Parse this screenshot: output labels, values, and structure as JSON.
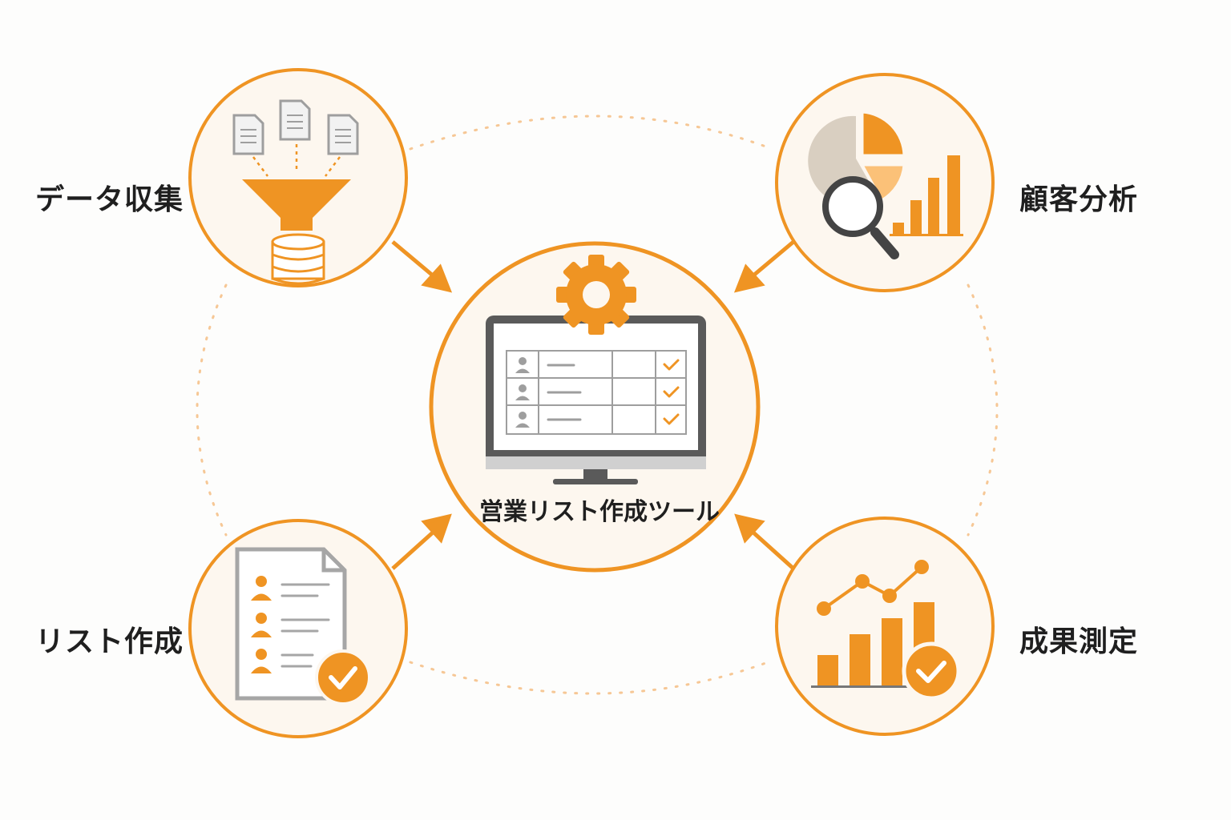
{
  "center": {
    "title": "営業リスト作成ツール"
  },
  "nodes": {
    "data_collection": "データ収集",
    "customer_analysis": "顧客分析",
    "list_creation": "リスト作成",
    "result_measurement": "成果測定"
  },
  "colors": {
    "accent": "#ef9423",
    "accent_light": "#fbc178",
    "circle_fill": "#fdf7ef",
    "gray": "#8e8e8e",
    "dark": "#4b4b4b",
    "tan": "#d9cfc1"
  }
}
